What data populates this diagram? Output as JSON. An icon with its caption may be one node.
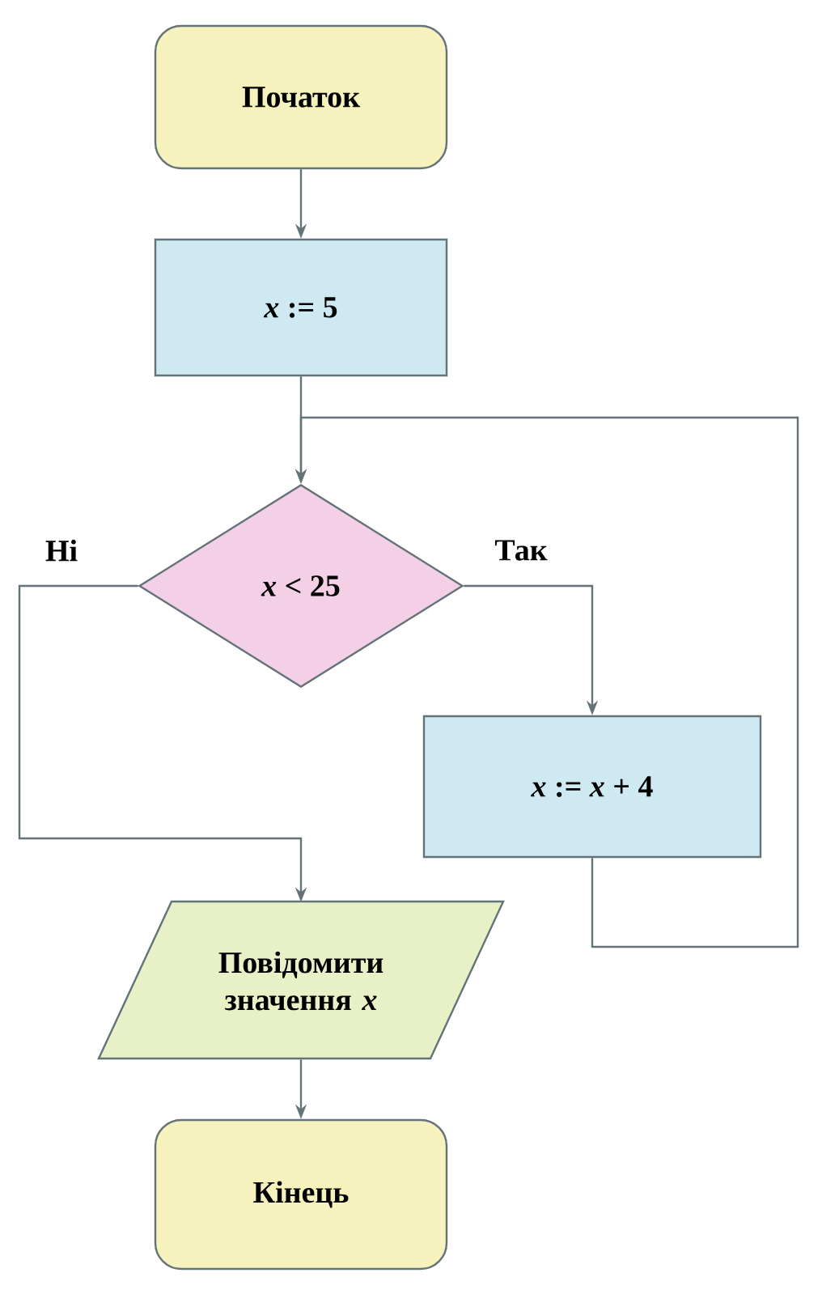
{
  "diagram": {
    "nodes": [
      {
        "text": [
          "Початок"
        ]
      },
      {
        "text": [
          "*x* := 5"
        ]
      },
      {
        "text": [
          "*x* < 25"
        ]
      },
      {
        "text": [
          "*x* := *x* + 4"
        ]
      },
      {
        "text": [
          "Повідомити значення *x*"
        ]
      },
      {
        "text": [
          "Кінець"
        ]
      }
    ],
    "edges": [
      {
        "from": 0,
        "to": 1,
        "arrow": "to"
      },
      {
        "from": 1,
        "to": 2,
        "arrow": "to"
      },
      {
        "from": 2,
        "to": 3,
        "arrow": "to",
        "label": "Так"
      },
      {
        "from": 3,
        "to": 2,
        "arrow": "to"
      },
      {
        "from": 2,
        "to": 4,
        "arrow": "to",
        "label": "Ні"
      },
      {
        "from": 4,
        "to": 5,
        "arrow": "to"
      }
    ]
  }
}
